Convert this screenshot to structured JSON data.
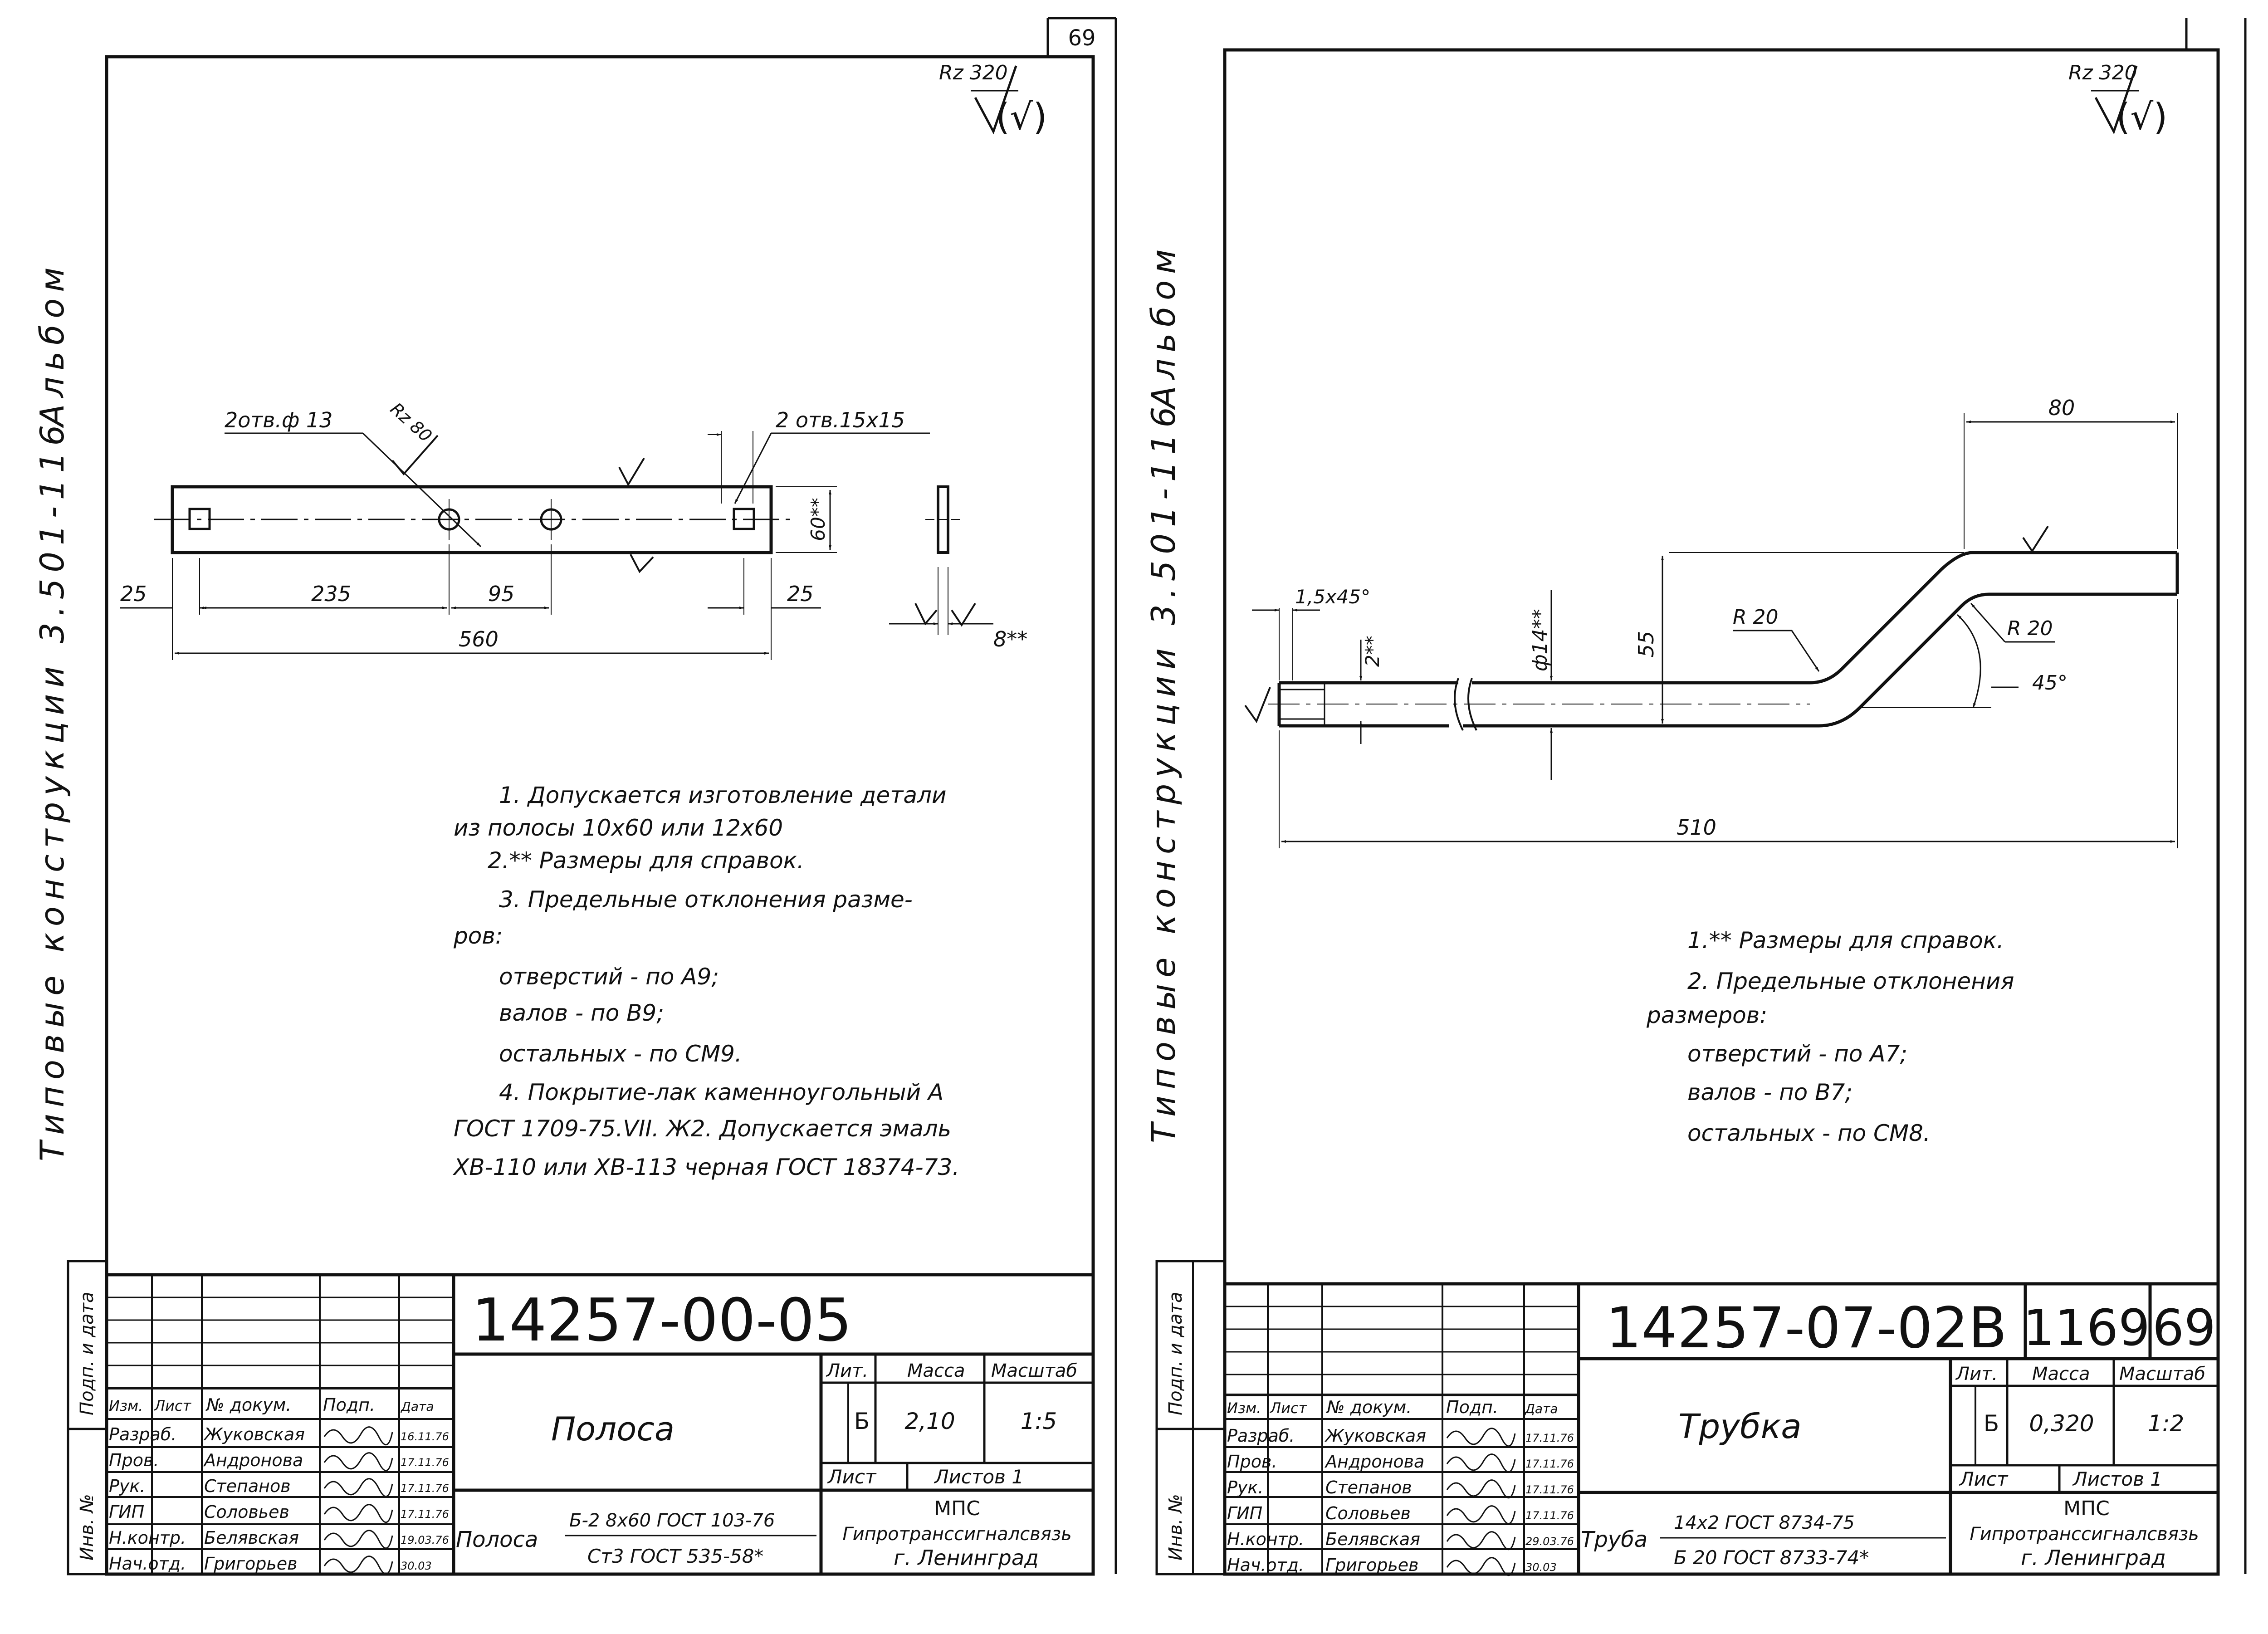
{
  "sheet_left": {
    "side_label": {
      "left": "Типовые конструкции 3.501-116",
      "right": "Альбом"
    },
    "page_number": "69",
    "roughness": {
      "label": "Rz 320",
      "suffix": "(√)"
    },
    "dims": {
      "holes_round": "2отв.ф 13",
      "roughness_local": "Rz 80",
      "holes_square": "2 отв.15х15",
      "height": "60**",
      "d25_left": "25",
      "d235": "235",
      "d95": "95",
      "d25_right": "25",
      "d560": "560",
      "thickness": "8**"
    },
    "notes": [
      "1. Допускается изготовление детали",
      "из полосы 10х60 или 12х60",
      "2.** Размеры для справок.",
      "3. Предельные отклонения разме-",
      "ров:",
      "отверстий - по А9;",
      "валов - по В9;",
      "остальных - по СМ9.",
      "4. Покрытие-лак каменноугольный А",
      "ГОСТ 1709-75.VII. Ж2. Допускается эмаль",
      "ХВ-110 или ХВ-113 черная ГОСТ 18374-73."
    ],
    "title_block": {
      "doc_number": "14257-00-05",
      "part_name": "Полоса",
      "header": {
        "izm": "Изм.",
        "list": "Лист",
        "doc": "№ докум.",
        "sign": "Подп.",
        "date": "Дата"
      },
      "staff": [
        {
          "role": "Разраб.",
          "name": "Жуковская",
          "date": "16.11.76"
        },
        {
          "role": "Пров.",
          "name": "Андронова",
          "date": "17.11.76"
        },
        {
          "role": "Рук.",
          "name": "Степанов",
          "date": "17.11.76"
        },
        {
          "role": "ГИП",
          "name": "Соловьев",
          "date": "17.11.76"
        },
        {
          "role": "Н.контр.",
          "name": "Белявская",
          "date": "19.03.76"
        },
        {
          "role": "Нач.отд.",
          "name": "Григорьев",
          "date": "30.03"
        }
      ],
      "lit_label": "Лит.",
      "mass_label": "Масса",
      "scale_label": "Масштаб",
      "lit_value": "Б",
      "mass_value": "2,10",
      "scale_value": "1:5",
      "sheet_label": "Лист",
      "sheets_label": "Листов 1",
      "material_prefix": "Полоса",
      "material_top": "Б-2 8х60 ГОСТ 103-76",
      "material_bottom": "Ст3 ГОСТ 535-58*",
      "org_line1": "МПС",
      "org_line2": "Гипротранссигналсвязь",
      "org_line3": "г. Ленинград",
      "side_cell_top": "Подп. и дата",
      "side_cell_bottom": "Инв. №"
    }
  },
  "sheet_right": {
    "side_label": {
      "left": "Типовые конструкции 3.501-116",
      "right": "Альбом"
    },
    "roughness": {
      "label": "Rz 320",
      "suffix": "(√)"
    },
    "dims": {
      "d80": "80",
      "chamfer": "1,5х45°",
      "d55": "55",
      "r20_left": "R 20",
      "r20_right": "R 20",
      "angle": "45°",
      "thread": "2**",
      "diameter": "ф14**",
      "d510": "510"
    },
    "notes": [
      "1.** Размеры для справок.",
      "2. Предельные отклонения",
      "размеров:",
      "отверстий - по А7;",
      "валов - по В7;",
      "остальных - по СМ8."
    ],
    "title_block": {
      "doc_number": "14257-07-02В",
      "album_number": "1169",
      "page_number": "69",
      "part_name": "Трубка",
      "header": {
        "izm": "Изм.",
        "list": "Лист",
        "doc": "№ докум.",
        "sign": "Подп.",
        "date": "Дата"
      },
      "staff": [
        {
          "role": "Разраб.",
          "name": "Жуковская",
          "date": "17.11.76"
        },
        {
          "role": "Пров.",
          "name": "Андронова",
          "date": "17.11.76"
        },
        {
          "role": "Рук.",
          "name": "Степанов",
          "date": "17.11.76"
        },
        {
          "role": "ГИП",
          "name": "Соловьев",
          "date": "17.11.76"
        },
        {
          "role": "Н.контр.",
          "name": "Белявская",
          "date": "29.03.76"
        },
        {
          "role": "Нач.отд.",
          "name": "Григорьев",
          "date": "30.03"
        }
      ],
      "lit_label": "Лит.",
      "mass_label": "Масса",
      "scale_label": "Масштаб",
      "lit_value": "Б",
      "mass_value": "0,320",
      "scale_value": "1:2",
      "sheet_label": "Лист",
      "sheets_label": "Листов 1",
      "material_prefix": "Труба",
      "material_top": "14х2 ГОСТ 8734-75",
      "material_bottom": "Б 20 ГОСТ 8733-74*",
      "org_line1": "МПС",
      "org_line2": "Гипротранссигналсвязь",
      "org_line3": "г. Ленинград",
      "side_cell_top": "Подп. и дата",
      "side_cell_bottom": "Инв. №"
    }
  }
}
